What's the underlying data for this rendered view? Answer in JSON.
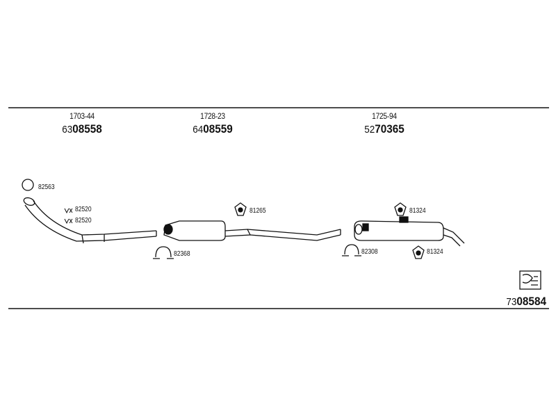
{
  "assemblies": [
    {
      "ref": "1703-44",
      "prefix": "63",
      "number": "08558"
    },
    {
      "ref": "1728-23",
      "prefix": "64",
      "number": "08559"
    },
    {
      "ref": "1725-94",
      "prefix": "52",
      "number": "70365"
    }
  ],
  "parts": {
    "gasket_top": "82563",
    "clamp_a": "82520",
    "clamp_b": "82520",
    "clamp_mid_bottom": "82368",
    "hanger_mid": "81265",
    "hanger_rear_top": "81324",
    "clamp_rear": "82308",
    "hanger_rear_bottom": "81324"
  },
  "kit": {
    "prefix": "73",
    "number": "08584"
  }
}
